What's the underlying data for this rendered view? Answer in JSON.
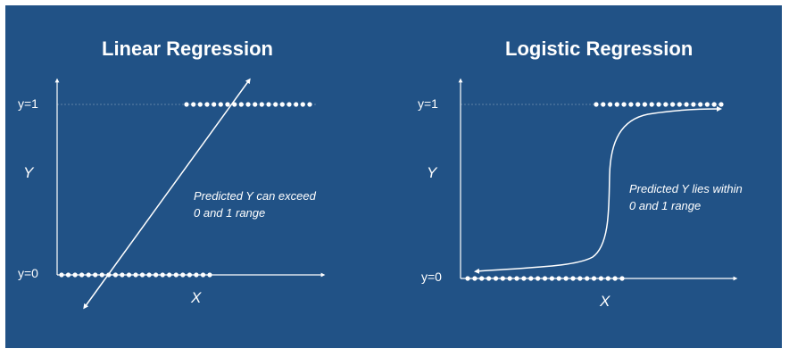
{
  "colors": {
    "background": "#215286",
    "foreground": "#ffffff",
    "page": "#ffffff"
  },
  "left_panel": {
    "title": "Linear Regression",
    "y1_label": "y=1",
    "y0_label": "y=0",
    "y_axis_name": "Y",
    "x_axis_name": "X",
    "note_line1": "Predicted Y can exceed",
    "note_line2": "0 and 1 range"
  },
  "right_panel": {
    "title": "Logistic Regression",
    "y1_label": "y=1",
    "y0_label": "y=0",
    "y_axis_name": "Y",
    "x_axis_name": "X",
    "note_line1": "Predicted Y lies within",
    "note_line2": "0 and 1 range"
  }
}
